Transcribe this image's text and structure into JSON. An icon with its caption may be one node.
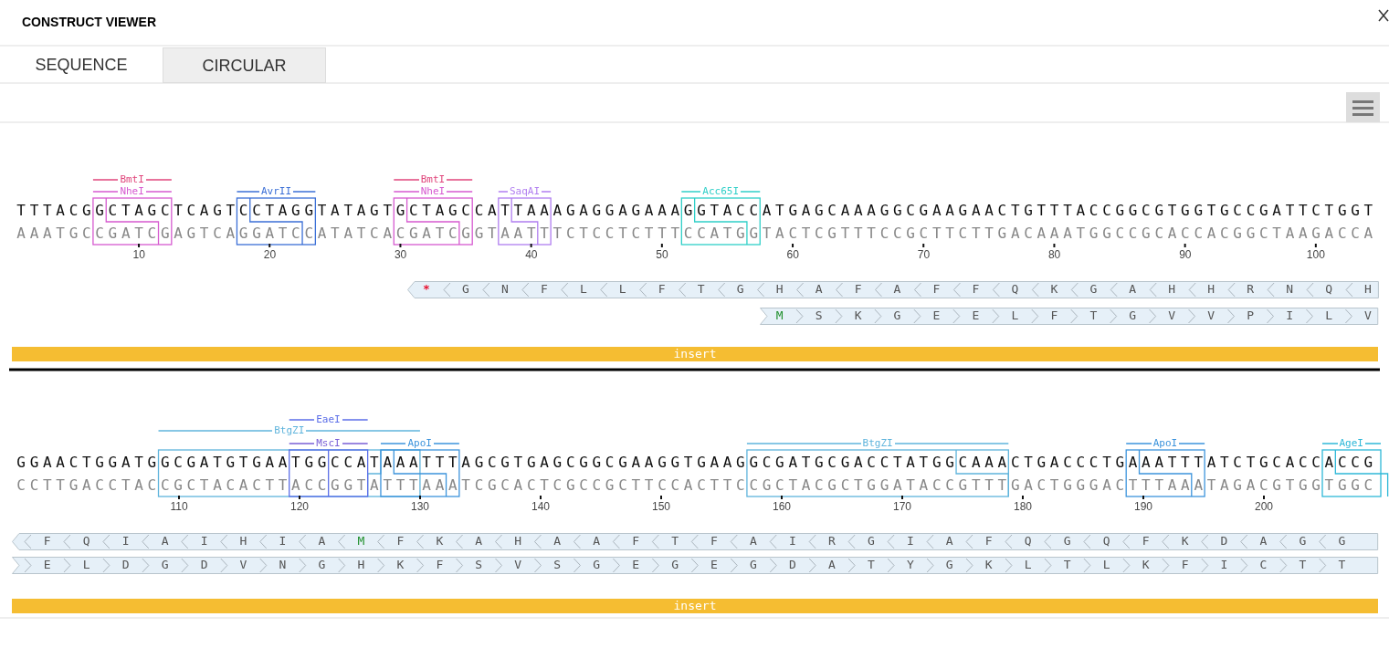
{
  "diagram": {
    "nodes": [
      {
        "text": [
          "*",
          "G",
          "N",
          "F",
          "L",
          "L",
          "F",
          "T",
          "G",
          "H",
          "A",
          "F",
          "A",
          "F",
          "F",
          "Q",
          "K",
          "G",
          "A",
          "H",
          "H",
          "R",
          "N",
          "Q",
          "H"
        ]
      },
      {
        "text": [
          "M",
          "S",
          "K",
          "G",
          "E",
          "E",
          "L",
          "F",
          "T",
          "G",
          "V",
          "V",
          "P",
          "I",
          "L",
          "V"
        ]
      },
      {
        "text": [
          "insert"
        ]
      },
      {
        "text": [
          "F",
          "Q",
          "I",
          "A",
          "I",
          "H",
          "I",
          "A",
          "M",
          "F",
          "K",
          "A",
          "H",
          "A",
          "A",
          "F",
          "T",
          "F",
          "A",
          "I",
          "R",
          "G",
          "I",
          "A",
          "F",
          "Q",
          "G",
          "Q",
          "F",
          "K",
          "D",
          "A",
          "G",
          "G"
        ]
      },
      {
        "text": [
          "E",
          "L",
          "D",
          "G",
          "D",
          "V",
          "N",
          "G",
          "H",
          "K",
          "F",
          "S",
          "V",
          "S",
          "G",
          "E",
          "G",
          "E",
          "G",
          "D",
          "A",
          "T",
          "Y",
          "G",
          "K",
          "L",
          "T",
          "L",
          "K",
          "F",
          "I",
          "C",
          "T",
          "T"
        ]
      },
      {
        "text": [
          "insert"
        ]
      }
    ],
    "edges": [],
    "labels": [
      "CONSTRUCT VIEWER",
      "SEQUENCE",
      "CIRCULAR",
      "BmtI",
      "NheI",
      "AvrII",
      "BmtI",
      "NheI",
      "SaqAI",
      "Acc65I",
      "TTTACGGCTAGCTCAGTCCTAGGTATAGTGCTAGCCATTAAAGAGGAGAAAGGTACCATGAGCAAAGGCGAAGAACTGTTTACCGGCGTGGTGCCGATTCTGGT",
      "AAATGCCGATCGAGTCAGGATCCATATCACGATCGGTAATTTCTCCTCTTTCCATGGTACTCGTTTCCGCTTCTTGACAAATGGCCGCACCACGGCTAAGACCA",
      "10",
      "20",
      "30",
      "40",
      "50",
      "60",
      "70",
      "80",
      "90",
      "100",
      "EaeI",
      "BtgZI",
      "MscI",
      "ApoI",
      "BtgZI",
      "ApoI",
      "AgeI",
      "GGAACTGGATGGCGATGTGAATGGCCATAAATTTAGCGTGAGCGGCGAAGGTGAAGGCGATGCGACCTATGGCAAACTGACCCTGAAATTTATCTGCACCACCG",
      "CCTTGACCTACCGCTACACTTACCGGTATTTAAATCGCACTCGCCGCTTCCACTTCCGCTACGCTGGATACCGTTTGACTGGGACTTTAAATAGACGTGGTGGC",
      "110",
      "120",
      "130",
      "140",
      "150",
      "160",
      "170",
      "180",
      "190",
      "200"
    ]
  }
}
